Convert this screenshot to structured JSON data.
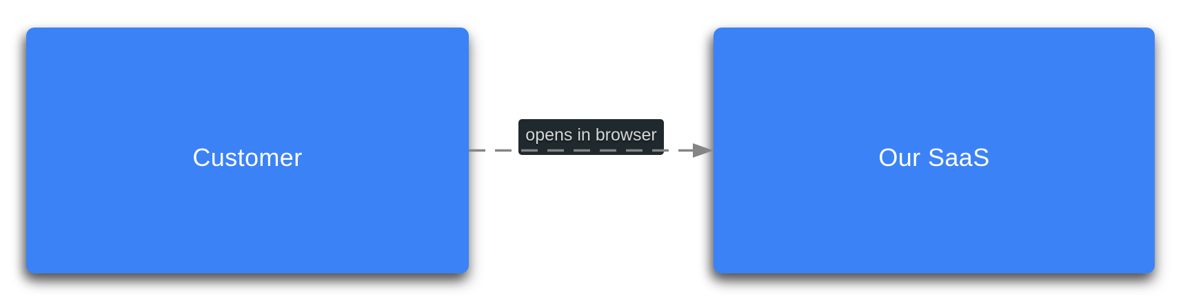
{
  "diagram": {
    "background_color": "#ffffff",
    "nodes": [
      {
        "id": "customer",
        "label": "Customer"
      },
      {
        "id": "our-saas",
        "label": "Our SaaS"
      }
    ],
    "edge": {
      "from": "customer",
      "to": "our-saas",
      "label": "opens in browser",
      "style": "dashed-arrow"
    },
    "colors": {
      "node_fill": "#3b82f6",
      "node_text": "#ffffff",
      "edge_line": "#858585",
      "edge_label_bg": "#20292d",
      "edge_label_text": "#d3d6d7"
    }
  }
}
